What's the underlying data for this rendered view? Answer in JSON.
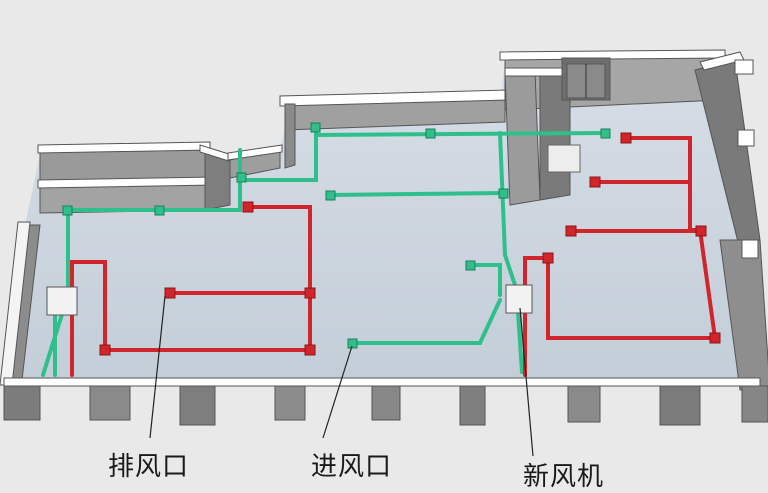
{
  "labels": {
    "exhaust_outlet": "排风口",
    "supply_inlet": "进风口",
    "fresh_air_unit": "新风机"
  },
  "colors": {
    "exhaust_duct": "#d0262b",
    "supply_duct": "#2fbf8a",
    "floor": "#c9d3dc",
    "wall_top": "#ffffff",
    "wall_side": "#8f8f8f"
  }
}
